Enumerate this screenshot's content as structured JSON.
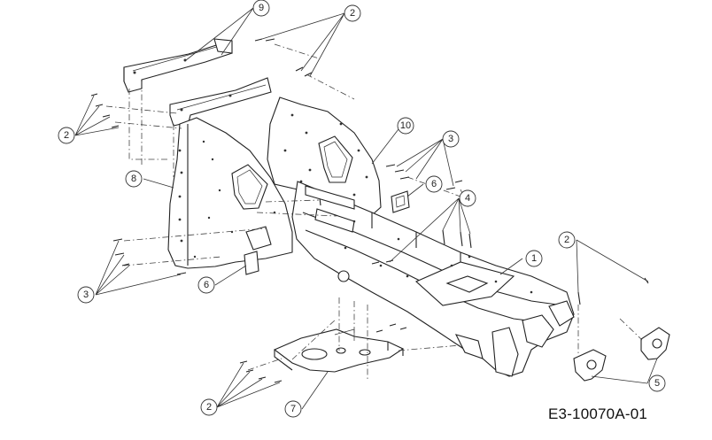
{
  "drawing_id": "E3-10070A-01",
  "callouts": [
    {
      "label": "9"
    },
    {
      "label": "2"
    },
    {
      "label": "2"
    },
    {
      "label": "10"
    },
    {
      "label": "3"
    },
    {
      "label": "8"
    },
    {
      "label": "6"
    },
    {
      "label": "4"
    },
    {
      "label": "2"
    },
    {
      "label": "1"
    },
    {
      "label": "3"
    },
    {
      "label": "6"
    },
    {
      "label": "5"
    },
    {
      "label": "2"
    },
    {
      "label": "7"
    }
  ]
}
